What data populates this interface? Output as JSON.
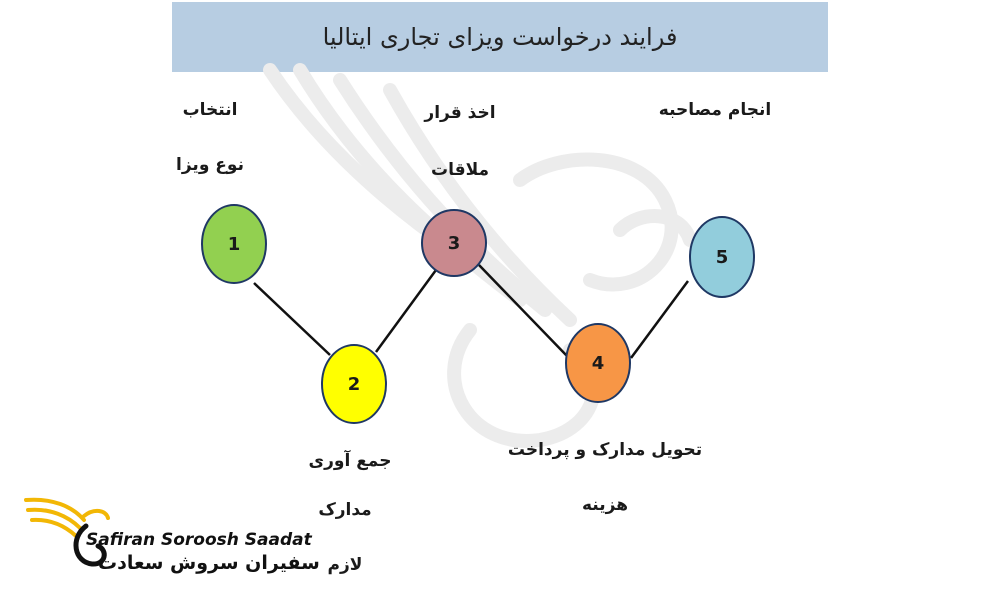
{
  "title": "فرایند درخواست ویزای تجاری ایتالیا",
  "steps": [
    {
      "number": "1",
      "label_lines": [
        "انتخاب",
        "نوع ویزا"
      ],
      "color": "#92d050"
    },
    {
      "number": "2",
      "label_lines": [
        "جمع آوری",
        "مدارک",
        "لازم"
      ],
      "color": "#ffff00"
    },
    {
      "number": "3",
      "label_lines": [
        "اخذ قرار",
        "ملاقات"
      ],
      "color": "#c9898e"
    },
    {
      "number": "4",
      "label_lines": [
        "تحویل مدارک و پرداخت",
        "هزینه"
      ],
      "color": "#f79646"
    },
    {
      "number": "5",
      "label_lines": [
        "انجام مصاحبه"
      ],
      "color": "#92cddc"
    }
  ],
  "brand": {
    "name_en": "Safiran Soroosh Saadat",
    "name_fa": "سفیران سروش سعادت",
    "accent": "#f2b705"
  }
}
